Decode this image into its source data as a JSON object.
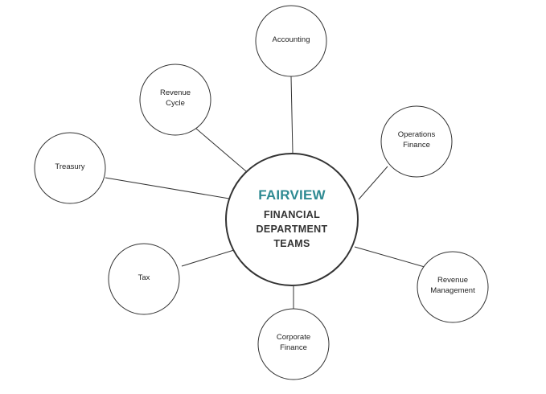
{
  "hub": {
    "brand": "FAIRVIEW",
    "subtitle_lines": [
      "FINANCIAL",
      "DEPARTMENT",
      "TEAMS"
    ]
  },
  "teams": [
    {
      "id": "accounting",
      "lines": [
        "Accounting"
      ]
    },
    {
      "id": "revenue-cycle",
      "lines": [
        "Revenue",
        "Cycle"
      ]
    },
    {
      "id": "operations-finance",
      "lines": [
        "Operations",
        "Finance"
      ]
    },
    {
      "id": "treasury",
      "lines": [
        "Treasury"
      ]
    },
    {
      "id": "tax",
      "lines": [
        "Tax"
      ]
    },
    {
      "id": "revenue-management",
      "lines": [
        "Revenue",
        "Management"
      ]
    },
    {
      "id": "corporate-finance",
      "lines": [
        "Corporate",
        "Finance"
      ]
    }
  ],
  "colors": {
    "brand": "#2e8a92",
    "stroke": "#333333",
    "text": "#222222"
  }
}
